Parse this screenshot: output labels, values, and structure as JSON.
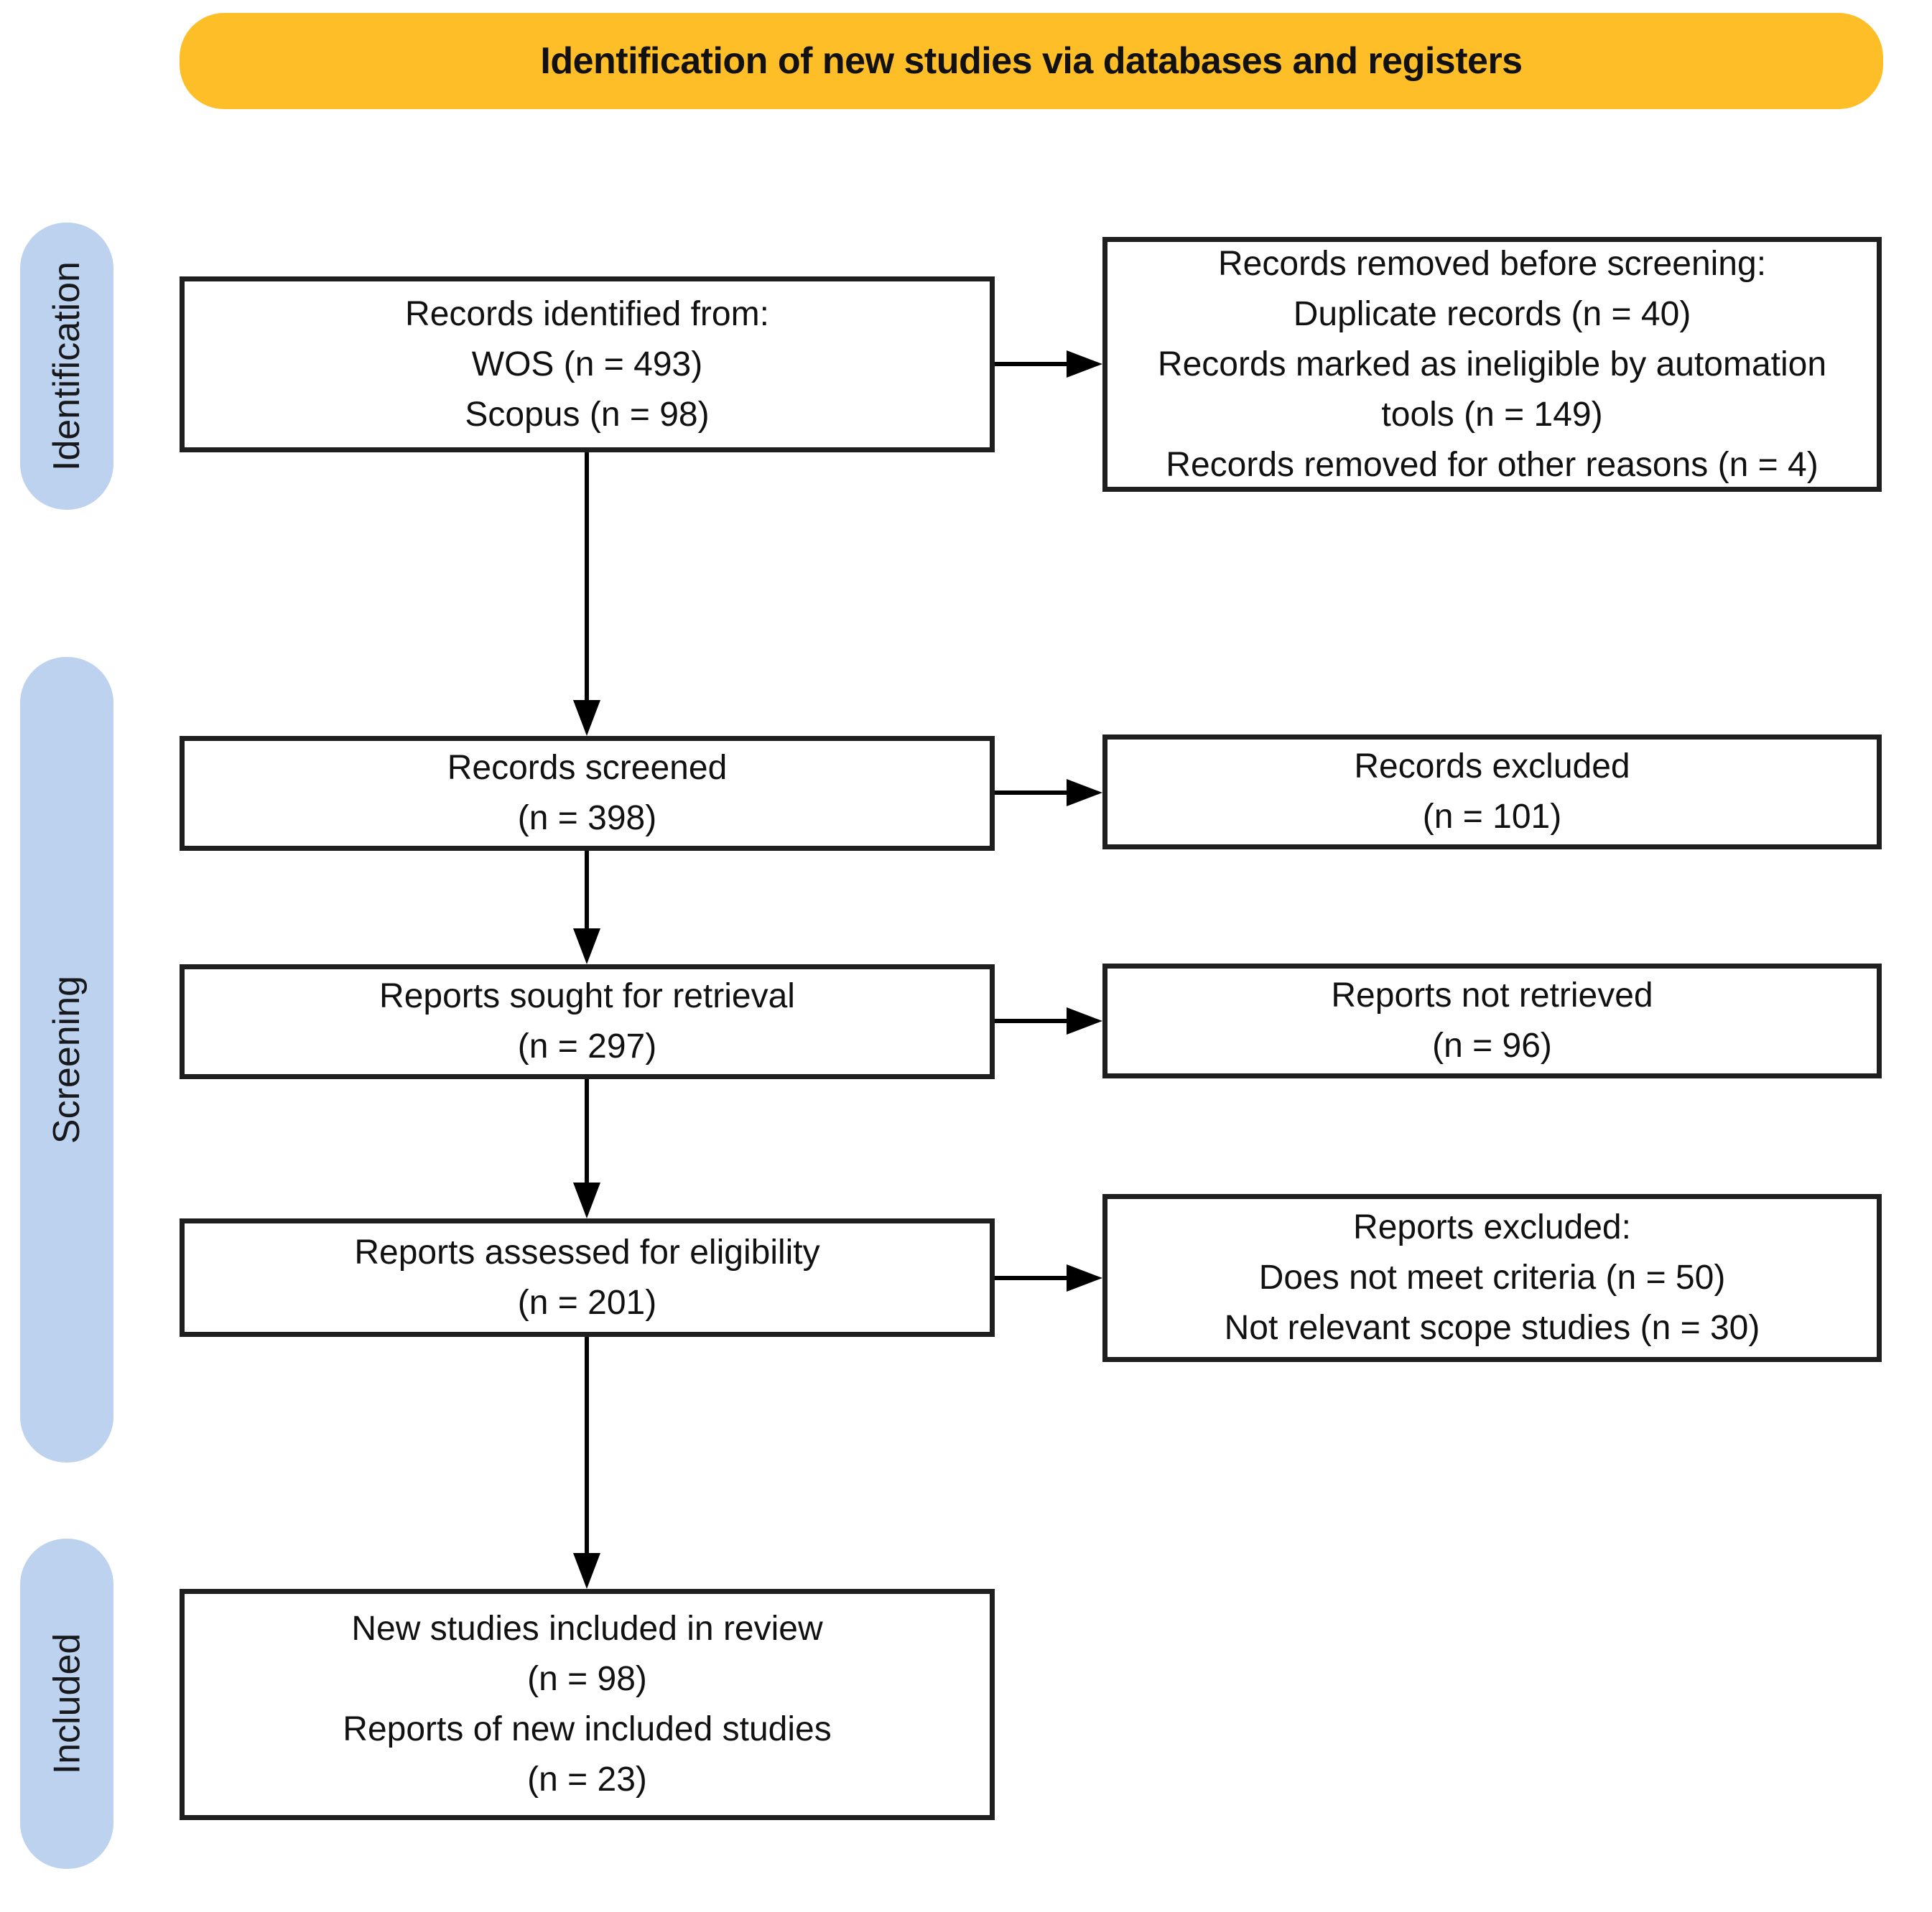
{
  "header": {
    "title": "Identification of new studies via databases and registers"
  },
  "stages": [
    {
      "label": "Identification"
    },
    {
      "label": "Screening"
    },
    {
      "label": "Included"
    }
  ],
  "left_boxes": [
    {
      "name": "records-identified",
      "lines": [
        "Records identified from:",
        "WOS (n = 493)",
        "Scopus (n = 98)"
      ]
    },
    {
      "name": "records-screened",
      "lines": [
        "Records screened",
        "(n = 398)"
      ]
    },
    {
      "name": "reports-sought",
      "lines": [
        "Reports sought for retrieval",
        "(n = 297)"
      ]
    },
    {
      "name": "reports-assessed",
      "lines": [
        "Reports assessed for eligibility",
        "(n = 201)"
      ]
    },
    {
      "name": "new-studies-included",
      "lines": [
        "New studies included in review",
        "(n = 98)",
        "Reports of new included studies",
        "(n = 23)"
      ]
    }
  ],
  "right_boxes": [
    {
      "name": "records-removed",
      "lines": [
        "Records removed before screening:",
        "Duplicate records (n = 40)",
        "Records marked as ineligible by automation",
        "tools (n = 149)",
        "Records removed for other reasons (n = 4)"
      ]
    },
    {
      "name": "records-excluded",
      "lines": [
        "Records excluded",
        "(n = 101)"
      ]
    },
    {
      "name": "reports-not-retrieved",
      "lines": [
        "Reports not retrieved",
        "(n = 96)"
      ]
    },
    {
      "name": "reports-excluded",
      "lines": [
        "Reports excluded:",
        "Does not meet criteria (n = 50)",
        "Not relevant scope studies (n = 30)"
      ]
    }
  ],
  "colors": {
    "header_bg": "#FDBE27",
    "stage_bg": "#BCD2EE",
    "box_border": "#1F1F1F",
    "text": "#111111",
    "arrow": "#000000",
    "background": "#FFFFFF"
  }
}
